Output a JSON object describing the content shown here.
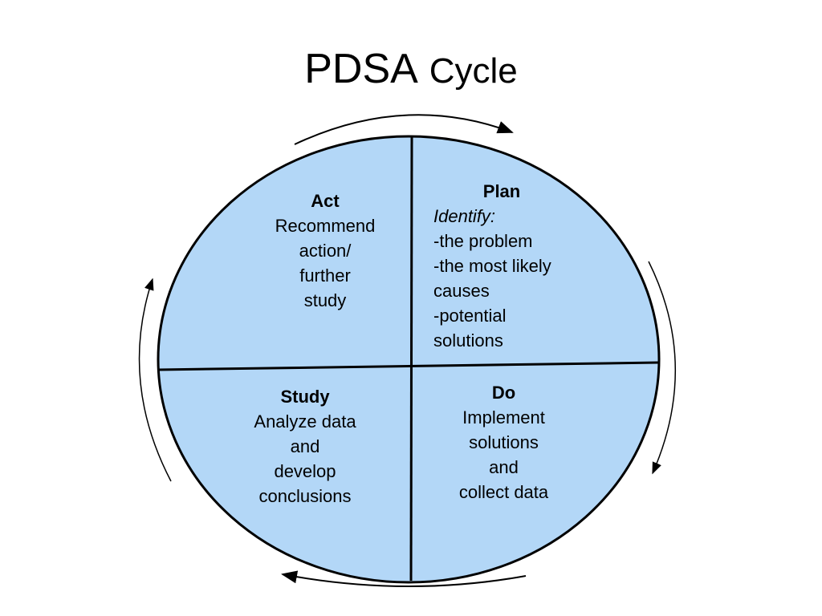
{
  "title": {
    "part1": "PDSA",
    "part2": "Cycle"
  },
  "quadrants": {
    "act": {
      "heading": "Act",
      "lines": [
        "Recommend",
        "action/",
        "further",
        "study"
      ]
    },
    "plan": {
      "heading": "Plan",
      "intro": "Identify:",
      "lines": [
        "-the problem",
        "-the most likely",
        "causes",
        "-potential",
        "solutions"
      ]
    },
    "study": {
      "heading": "Study",
      "lines": [
        "Analyze data",
        "and",
        "develop",
        "conclusions"
      ]
    },
    "do": {
      "heading": "Do",
      "lines": [
        "Implement",
        "solutions",
        "and",
        "collect data"
      ]
    }
  },
  "colors": {
    "fill": "#b3d7f7",
    "stroke": "#000000",
    "arrow": "#000000"
  },
  "arrows": [
    "clockwise-top-arrow",
    "clockwise-right-arrow",
    "clockwise-bottom-arrow",
    "clockwise-left-arrow"
  ]
}
